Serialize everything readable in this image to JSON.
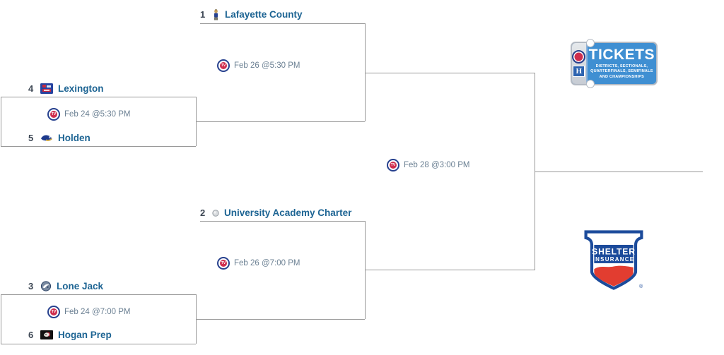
{
  "bracket": {
    "teams": [
      {
        "seed": "1",
        "name": "Lafayette County"
      },
      {
        "seed": "4",
        "name": "Lexington"
      },
      {
        "seed": "5",
        "name": "Holden"
      },
      {
        "seed": "2",
        "name": "University Academy Charter"
      },
      {
        "seed": "3",
        "name": "Lone Jack"
      },
      {
        "seed": "6",
        "name": "Hogan Prep"
      }
    ],
    "games": {
      "quarterfinal_top": {
        "label": "Feb 24 @5:30 PM"
      },
      "semifinal_top": {
        "label": "Feb 26 @5:30 PM"
      },
      "quarterfinal_bottom": {
        "label": "Feb 24 @7:00 PM"
      },
      "semifinal_bottom": {
        "label": "Feb 26 @7:00 PM"
      },
      "final": {
        "label": "Feb 28 @3:00 PM"
      }
    }
  },
  "icons": {
    "tv_text": "TV",
    "hyvee_h": "H"
  },
  "tickets_badge": {
    "title": "TICKETS",
    "subtitle_line1": "DISTRICTS, SECTIONALS,",
    "subtitle_line2": "QUARTERFINALS, SEMIFINALS",
    "subtitle_line3": "AND CHAMPIONSHIPS"
  },
  "sponsor": {
    "name_line1": "SHELTER",
    "name_line2": "INSURANCE",
    "registered_mark": "®"
  },
  "colors": {
    "line_gray": "#999999",
    "team_blue": "#1d6493",
    "date_gray_blue": "#6b8093",
    "tv_ring_blue": "#27418e",
    "tv_center_red": "#cf2e4e",
    "ticket_blue": "#3f8fd2",
    "shelter_blue": "#1c4b9b",
    "shelter_red": "#e23d30"
  }
}
